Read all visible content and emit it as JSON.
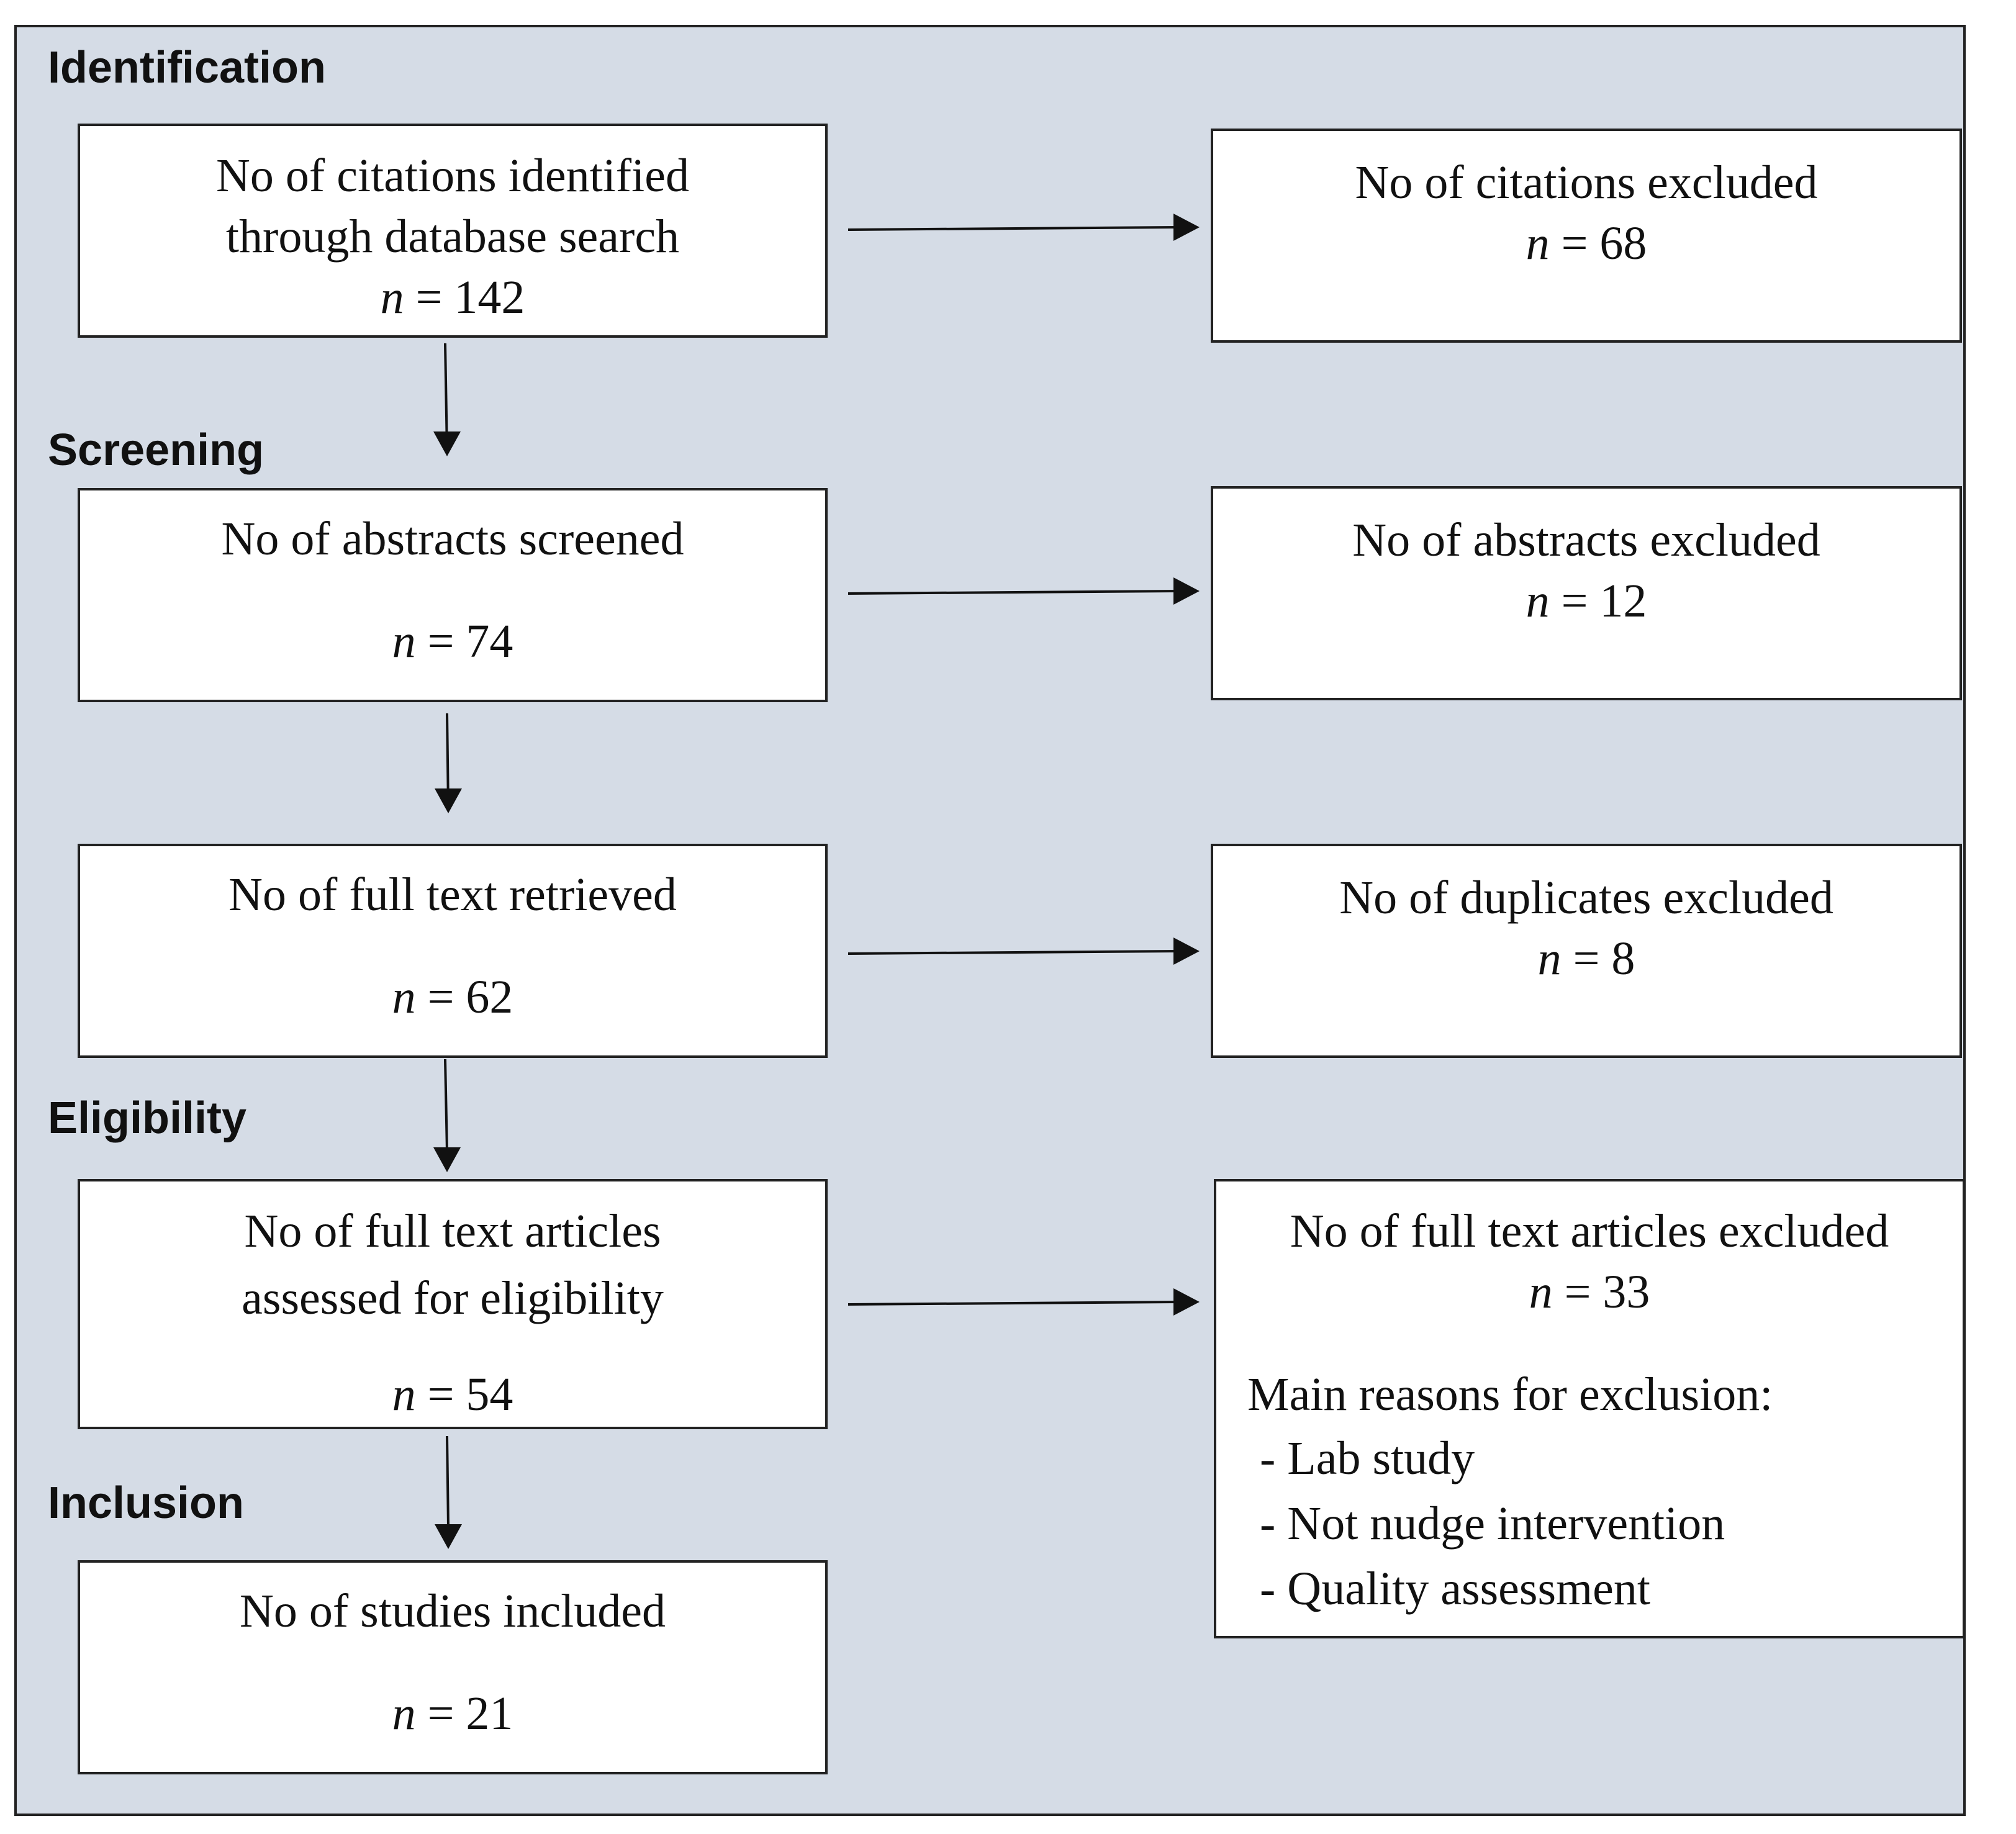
{
  "stages": {
    "identification": "Identification",
    "screening": "Screening",
    "eligibility": "Eligibility",
    "inclusion": "Inclusion"
  },
  "left_boxes": {
    "citations_identified": {
      "line1": "No of citations identified",
      "line2": "through database search",
      "n_var": "n",
      "n_value": " = 142"
    },
    "abstracts_screened": {
      "line1": "No of abstracts screened",
      "n_var": "n",
      "n_value": " = 74"
    },
    "full_text_retrieved": {
      "line1": "No of full text retrieved",
      "n_var": "n",
      "n_value": " = 62"
    },
    "full_text_assessed": {
      "line1": "No of full text articles",
      "line2": "assessed for eligibility",
      "n_var": "n",
      "n_value": " = 54"
    },
    "studies_included": {
      "line1": "No of studies included",
      "n_var": "n",
      "n_value": " = 21"
    }
  },
  "right_boxes": {
    "citations_excluded": {
      "line1": "No of citations excluded",
      "n_var": "n",
      "n_value": " = 68"
    },
    "abstracts_excluded": {
      "line1": "No of abstracts excluded",
      "n_var": "n",
      "n_value": " = 12"
    },
    "duplicates_excluded": {
      "line1": "No of duplicates excluded",
      "n_var": "n",
      "n_value": " = 8"
    },
    "full_text_excluded": {
      "line1": "No of full text articles excluded",
      "n_var": "n",
      "n_value": " = 33",
      "reasons_title": "Main reasons for exclusion:",
      "reasons": [
        "- Lab study",
        "- Not nudge intervention",
        "- Quality assessment"
      ]
    }
  },
  "colors": {
    "panel_bg": "#d5dce6",
    "box_bg": "#ffffff",
    "stroke": "#222222"
  }
}
